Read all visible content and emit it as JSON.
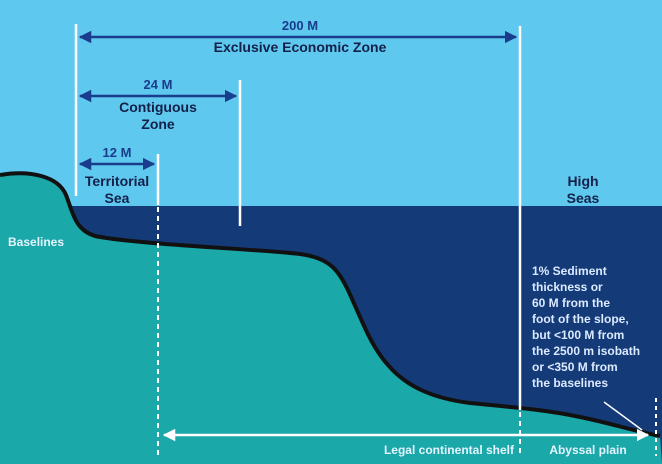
{
  "colors": {
    "sky": "#5ec8ee",
    "deep_sea": "#143a78",
    "land": "#1aa8a8",
    "measure_blue": "#1a3c8c",
    "label_dark": "#14204a",
    "white": "#ffffff",
    "coast": "#111111"
  },
  "eez": {
    "distance": "200 M",
    "label": "Exclusive Economic Zone"
  },
  "contiguous": {
    "distance": "24 M",
    "label_line1": "Contiguous",
    "label_line2": "Zone"
  },
  "territorial": {
    "distance": "12 M",
    "label_line1": "Territorial",
    "label_line2": "Sea"
  },
  "high_seas": {
    "label_line1": "High",
    "label_line2": "Seas"
  },
  "baselines": {
    "label": "Baselines"
  },
  "shelf_note": {
    "lines": [
      "1% Sediment",
      "thickness or",
      "60 M from the",
      "foot of the slope,",
      "but <100 M from",
      "the 2500 m isobath",
      "or <350 M from",
      "the baselines"
    ]
  },
  "bottom": {
    "legal_shelf": "Legal continental shelf",
    "abyssal": "Abyssal plain"
  }
}
